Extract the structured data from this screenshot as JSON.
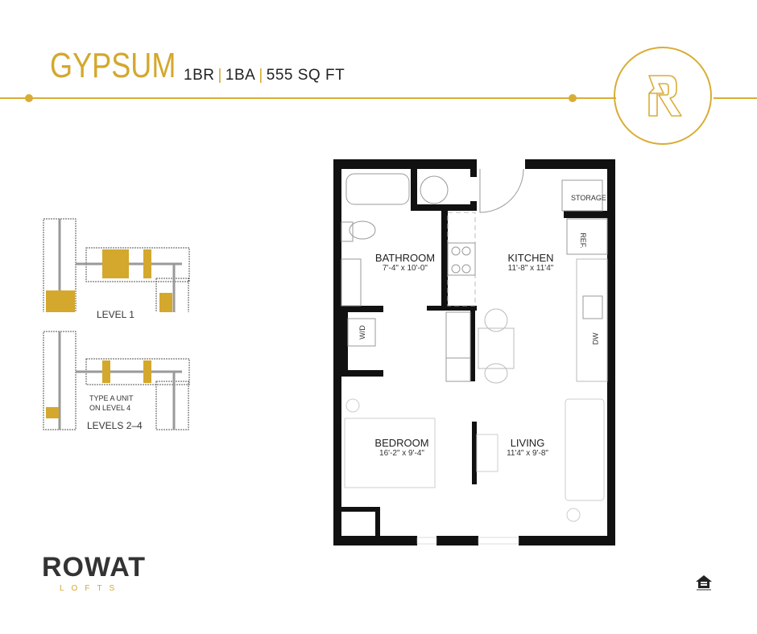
{
  "header": {
    "title": "GYPSUM",
    "specs": [
      {
        "label": "1BR"
      },
      {
        "label": "1BA"
      },
      {
        "label": "555 SQ FT"
      }
    ],
    "separator": "|",
    "brand_icon": "R-monogram-icon"
  },
  "floorplan": {
    "rooms": [
      {
        "name": "BATHROOM",
        "dimensions": "7'-4\" x 10'-0\""
      },
      {
        "name": "KITCHEN",
        "dimensions": "11'-8\" x 11'4\""
      },
      {
        "name": "BEDROOM",
        "dimensions": "16'-2\" x 9'-4\""
      },
      {
        "name": "LIVING",
        "dimensions": "11'4\" x 9'-8\""
      }
    ],
    "fixtures": {
      "storage": "STORAGE",
      "fridge": "REF.",
      "washer_dryer": "W/D",
      "dishwasher": "DW"
    }
  },
  "site_plans": {
    "level1": {
      "label": "LEVEL 1"
    },
    "levels2_4": {
      "label": "LEVELS 2–4",
      "note_line1": "TYPE A UNIT",
      "note_line2": "ON LEVEL 4"
    }
  },
  "branding": {
    "logo_main": "ROWAT",
    "logo_sub": "LOFTS",
    "equal_housing_icon": "equal-housing-icon"
  },
  "colors": {
    "accent": "#d9ad35",
    "wall": "#111111",
    "text": "#222222"
  }
}
